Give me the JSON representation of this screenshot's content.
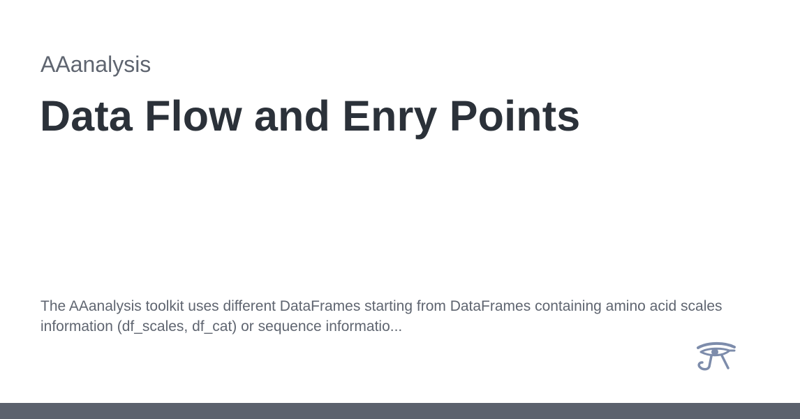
{
  "site": {
    "name": "AAanalysis"
  },
  "page": {
    "title": "Data Flow and Enry Points",
    "description": "The AAanalysis toolkit uses different DataFrames starting from DataFrames containing amino acid scales information (df_scales, df_cat) or sequence informatio..."
  },
  "logo": {
    "icon": "eye-of-horus-icon",
    "color": "#7d8cab"
  },
  "colors": {
    "background": "#ffffff",
    "title_text": "#2b3139",
    "muted_text": "#5f6570",
    "footer_bar": "#5b616d"
  }
}
